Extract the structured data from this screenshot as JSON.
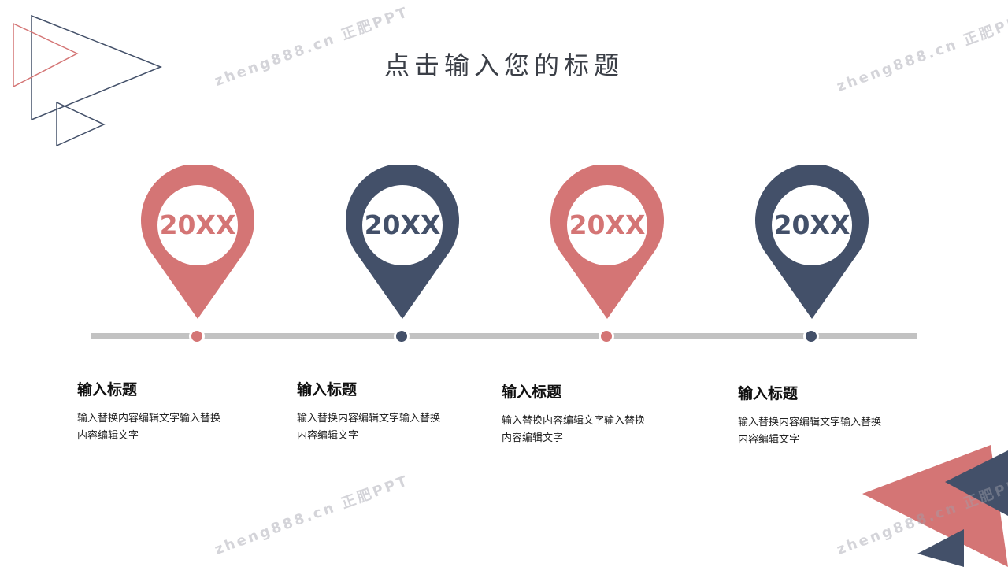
{
  "title": "点击输入您的标题",
  "colors": {
    "pink": "#d47575",
    "navy": "#435069",
    "line": "#c2c2c2"
  },
  "milestones": [
    {
      "year": "20XX",
      "heading": "输入标题",
      "text": "输入替换内容编辑文字输入替换内容编辑文字",
      "color": "pink"
    },
    {
      "year": "20XX",
      "heading": "输入标题",
      "text": "输入替换内容编辑文字输入替换内容编辑文字",
      "color": "navy"
    },
    {
      "year": "20XX",
      "heading": "输入标题",
      "text": "输入替换内容编辑文字输入替换内容编辑文字",
      "color": "pink"
    },
    {
      "year": "20XX",
      "heading": "输入标题",
      "text": "输入替换内容编辑文字输入替换内容编辑文字",
      "color": "navy"
    }
  ],
  "watermark": "zheng888.cn 正肥PPT"
}
